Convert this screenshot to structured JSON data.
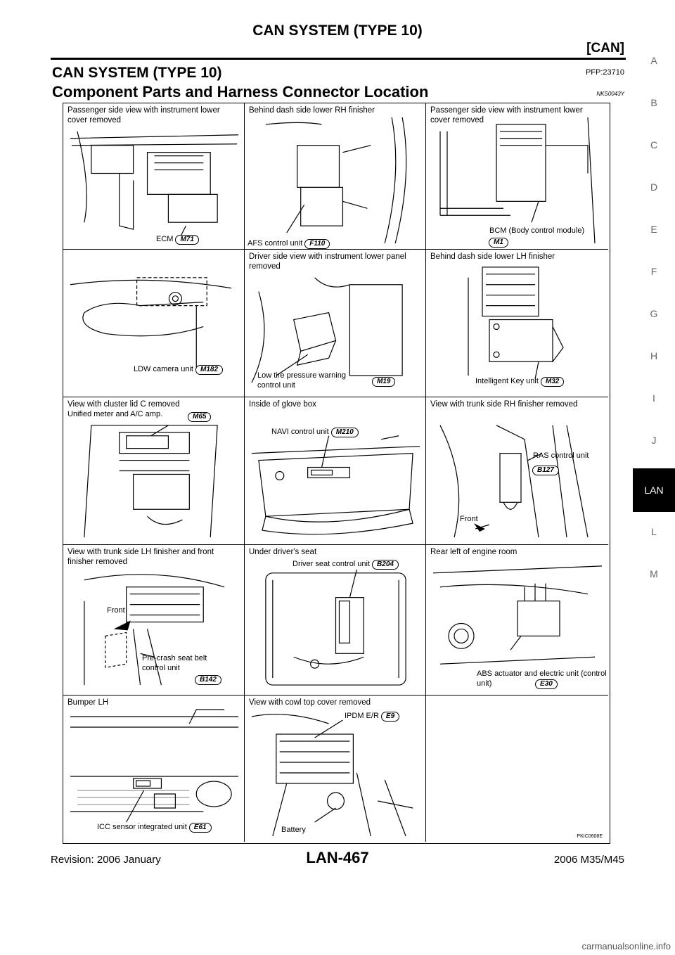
{
  "header": {
    "title": "CAN SYSTEM (TYPE 10)",
    "section": "[CAN]"
  },
  "doc": {
    "title": "CAN SYSTEM (TYPE 10)",
    "code": "PFP:23710",
    "subtitle": "Component Parts and Harness Connector Location",
    "subcode": "NKS0043Y"
  },
  "side_tabs": [
    "A",
    "B",
    "C",
    "D",
    "E",
    "F",
    "G",
    "H",
    "I",
    "J",
    "LAN",
    "L",
    "M"
  ],
  "panels": [
    {
      "caption": "Passenger side view with instrument lower cover removed",
      "callouts": [
        {
          "label": "ECM",
          "connector": "M71"
        }
      ]
    },
    {
      "caption": "Behind dash side lower RH finisher",
      "callouts": [
        {
          "label": "AFS control unit",
          "connector": "F110"
        }
      ]
    },
    {
      "caption": "Passenger side view with instrument lower cover removed",
      "callouts": [
        {
          "label": "BCM (Body control module)",
          "connector": "M1"
        }
      ]
    },
    {
      "caption": "",
      "callouts": [
        {
          "label": "LDW camera unit",
          "connector": "M182"
        }
      ]
    },
    {
      "caption": "Driver side view with instrument lower panel removed",
      "callouts": [
        {
          "label": "Low tire pressure warning control unit",
          "connector": "M19"
        }
      ]
    },
    {
      "caption": "Behind dash side lower LH finisher",
      "callouts": [
        {
          "label": "Intelligent Key unit",
          "connector": "M32"
        }
      ]
    },
    {
      "caption": "View with cluster lid C removed",
      "callouts": [
        {
          "label": "Unified meter and A/C amp.",
          "connector": "M65"
        }
      ]
    },
    {
      "caption": "Inside of glove box",
      "callouts": [
        {
          "label": "NAVI control unit",
          "connector": "M210"
        }
      ]
    },
    {
      "caption": "View with trunk side RH finisher removed",
      "callouts": [
        {
          "label": "RAS control unit",
          "connector": "B127"
        },
        {
          "label": "Front",
          "connector": ""
        }
      ]
    },
    {
      "caption": "View with trunk side LH finisher and front finisher removed",
      "callouts": [
        {
          "label": "Front",
          "connector": ""
        },
        {
          "label": "Pre-crash seat belt control unit",
          "connector": "B142"
        }
      ]
    },
    {
      "caption": "Under driver's seat",
      "callouts": [
        {
          "label": "Driver seat control unit",
          "connector": "B204"
        }
      ]
    },
    {
      "caption": "Rear left of engine room",
      "callouts": [
        {
          "label": "ABS actuator and electric unit (control unit)",
          "connector": "E30"
        }
      ]
    },
    {
      "caption": "Bumper LH",
      "callouts": [
        {
          "label": "ICC sensor integrated unit",
          "connector": "E61"
        }
      ]
    },
    {
      "caption": "View with cowl top cover removed",
      "callouts": [
        {
          "label": "IPDM E/R",
          "connector": "E9"
        },
        {
          "label": "Battery",
          "connector": ""
        }
      ]
    },
    {
      "caption": "",
      "callouts": []
    }
  ],
  "figure_code": "PKIC0608E",
  "footer": {
    "revision": "Revision: 2006 January",
    "page": "LAN-467",
    "model": "2006 M35/M45"
  },
  "watermark": "carmanualsonline.info"
}
